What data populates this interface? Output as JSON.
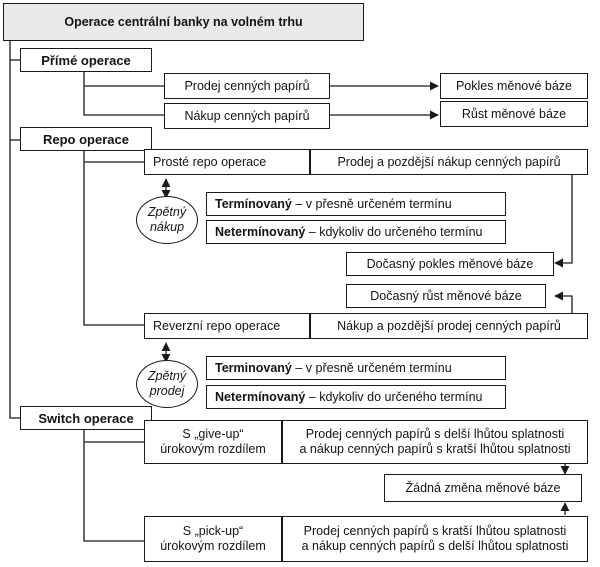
{
  "title": "Operace centrální banky na volném trhu",
  "sections": {
    "prime": "Přímé operace",
    "repo": "Repo operace",
    "switch": "Switch operace"
  },
  "prime": {
    "prodej": "Prodej cenných papírů",
    "nakup": "Nákup cenných papírů",
    "pokles": "Pokles měnové báze",
    "rust": "Růst měnové báze"
  },
  "repo": {
    "proste": "Prosté repo operace",
    "proste_desc": "Prodej a pozdější nákup cenných papírů",
    "zpetny_nakup": [
      "Zpětný",
      "nákup"
    ],
    "terminovany_bold": "Termínovaný",
    "terminovany_rest": " – v přesně určeném termínu",
    "netermin_bold": "Netermínovaný",
    "netermin_rest": " – kdykoliv do určeného termínu",
    "docasny_pokles": "Dočasný pokles měnové báze",
    "docasny_rust": "Dočasný růst měnové báze",
    "reverzni": "Reverzní repo operace",
    "reverzni_desc": "Nákup a pozdější prodej cenných papírů",
    "zpetny_prodej": [
      "Zpětný",
      "prodej"
    ],
    "terminovany2_bold": "Terminovaný",
    "terminovany2_rest": " – v přesně určeném termínu",
    "netermin2_bold": "Netermínovaný",
    "netermin2_rest": " – kdykoliv do určeného termínu"
  },
  "switch": {
    "giveup": [
      "S „give-up“",
      "úrokovým rozdílem"
    ],
    "giveup_desc": [
      "Prodej cenných papírů s delší lhůtou splatnosti",
      "a nákup cenných papírů s kratší lhůtou splatnosti"
    ],
    "zadna": "Žádná změna měnové báze",
    "pickup": [
      "S „pick-up“",
      "úrokovým rozdílem"
    ],
    "pickup_desc": [
      "Prodej cenných papírů s kratší lhůtou splatnosti",
      "a nákup cenných papírů s delší lhůtou splatnosti"
    ]
  }
}
